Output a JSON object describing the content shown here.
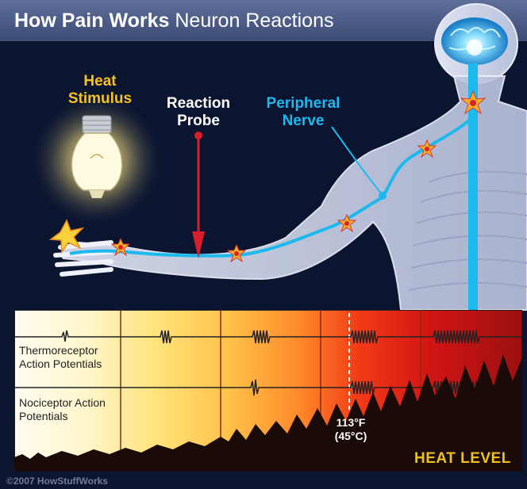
{
  "header": {
    "title_bold": "How Pain Works",
    "title_rest": "Neuron Reactions"
  },
  "labels": {
    "heat_stimulus": "Heat Stimulus",
    "reaction_probe": "Reaction Probe",
    "peripheral_nerve": "Peripheral Nerve"
  },
  "chart": {
    "row1_label": "Thermoreceptor Action Potentials",
    "row2_label": "Nociceptor Action Potentials",
    "threshold_label": "113°F (45°C)",
    "axis_label": "HEAT LEVEL"
  },
  "footer": {
    "copyright": "©2007 HowStuffWorks"
  },
  "colors": {
    "background": "#0b1530",
    "banner": "#4b5a86",
    "nerve": "#1cb9ef",
    "probe": "#d81e2a",
    "heat_label": "#f7c21f"
  },
  "icons": [
    "light-bulb-icon",
    "brain-icon",
    "nerve-burst-icon",
    "heat-flare-icon"
  ]
}
